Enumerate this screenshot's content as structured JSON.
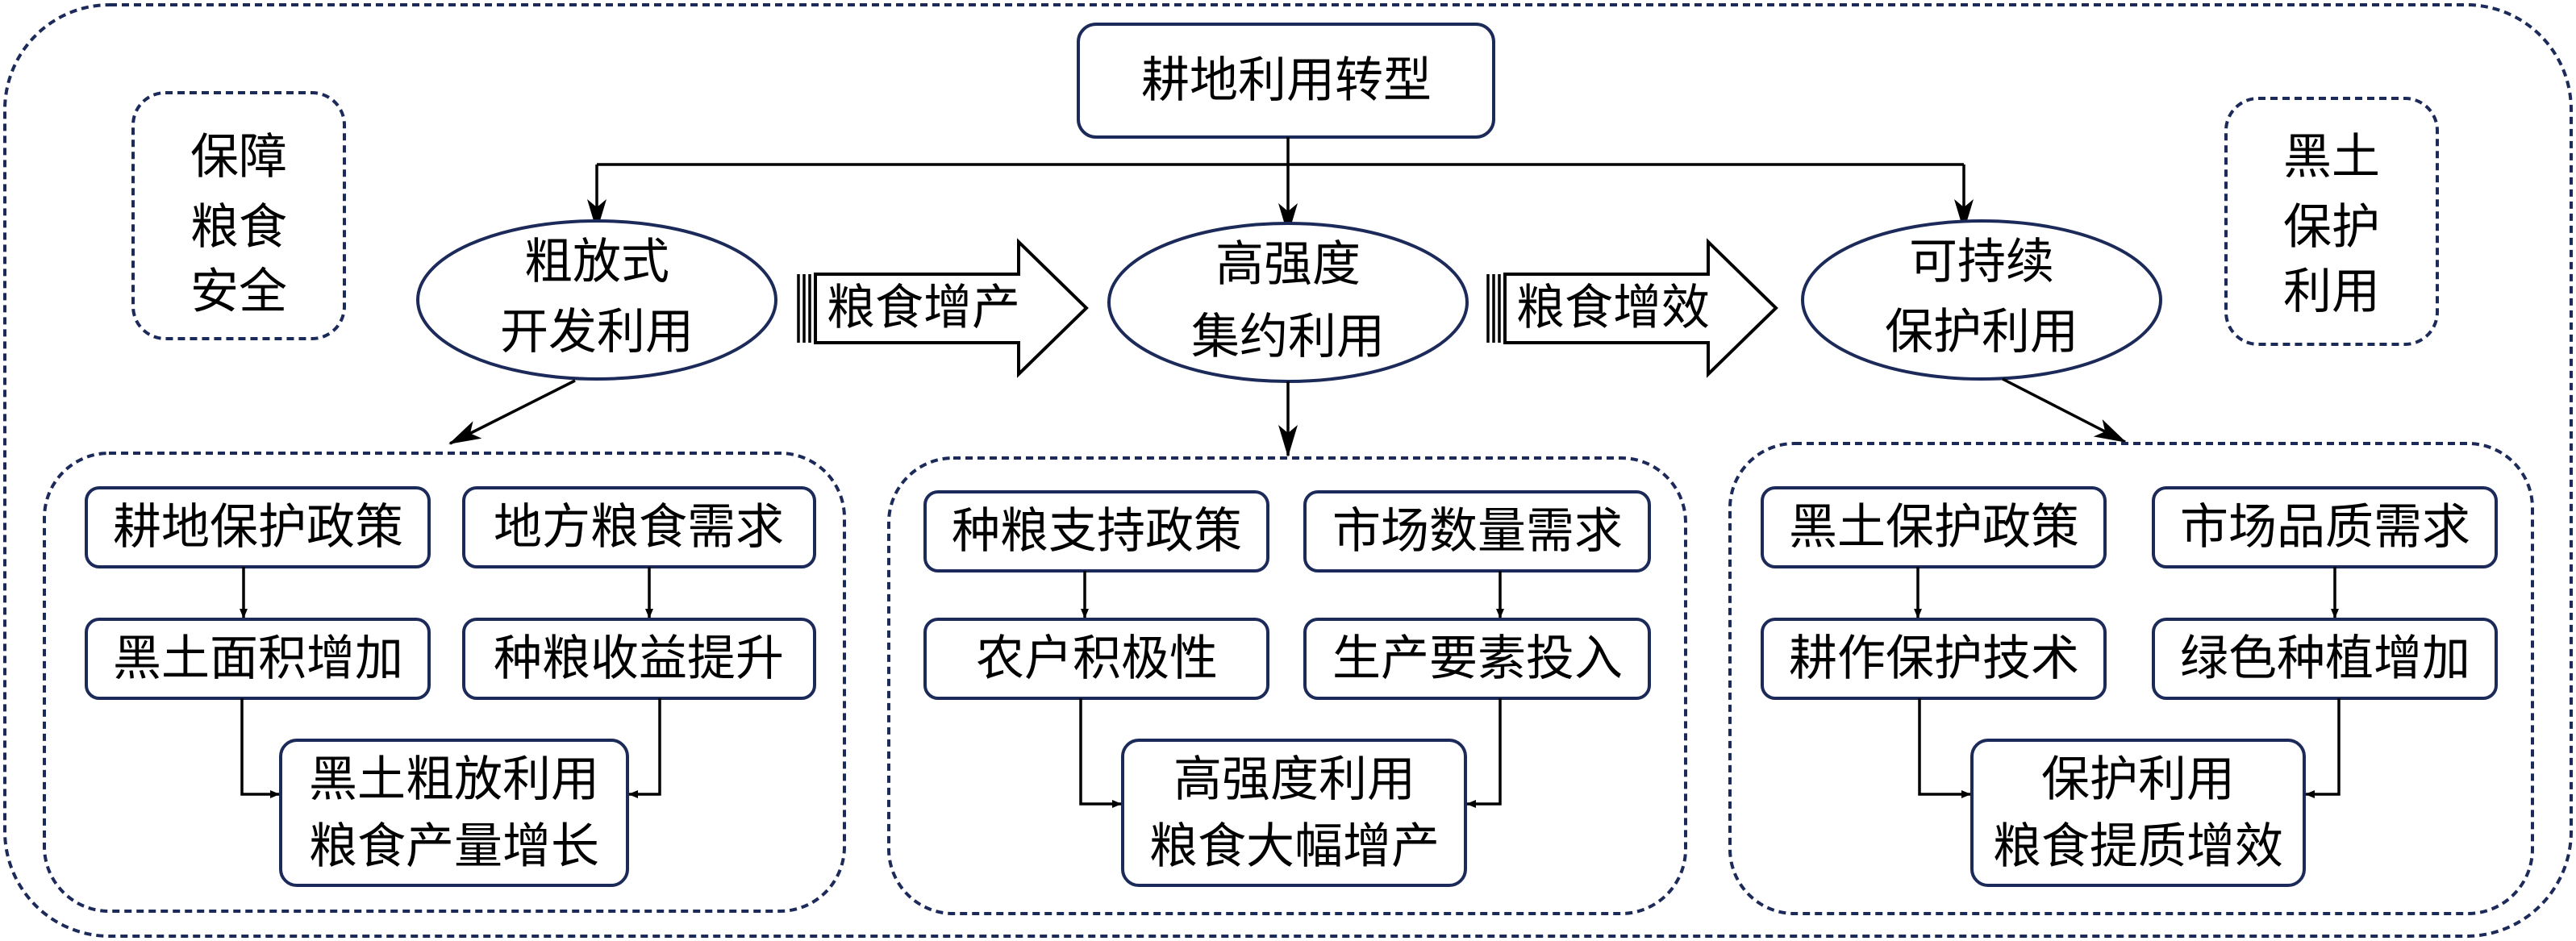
{
  "colors": {
    "border": "#1c2a5a",
    "line": "#000000",
    "fill": "#ffffff"
  },
  "top_node": "耕地利用转型",
  "left_note": [
    "保障",
    "粮食",
    "安全"
  ],
  "right_note": [
    "黑土",
    "保护",
    "利用"
  ],
  "stages": [
    {
      "title": [
        "粗放式",
        "开发利用"
      ],
      "policy": "耕地保护政策",
      "demand": "地方粮食需求",
      "effect1": "黑土面积增加",
      "effect2": "种粮收益提升",
      "result": [
        "黑土粗放利用",
        "粮食产量增长"
      ]
    },
    {
      "title": [
        "高强度",
        "集约利用"
      ],
      "policy": "种粮支持政策",
      "demand": "市场数量需求",
      "effect1": "农户积极性",
      "effect2": "生产要素投入",
      "result": [
        "高强度利用",
        "粮食大幅增产"
      ]
    },
    {
      "title": [
        "可持续",
        "保护利用"
      ],
      "policy": "黑土保护政策",
      "demand": "市场品质需求",
      "effect1": "耕作保护技术",
      "effect2": "绿色种植增加",
      "result": [
        "保护利用",
        "粮食提质增效"
      ]
    }
  ],
  "transitions": [
    "粮食增产",
    "粮食增效"
  ]
}
